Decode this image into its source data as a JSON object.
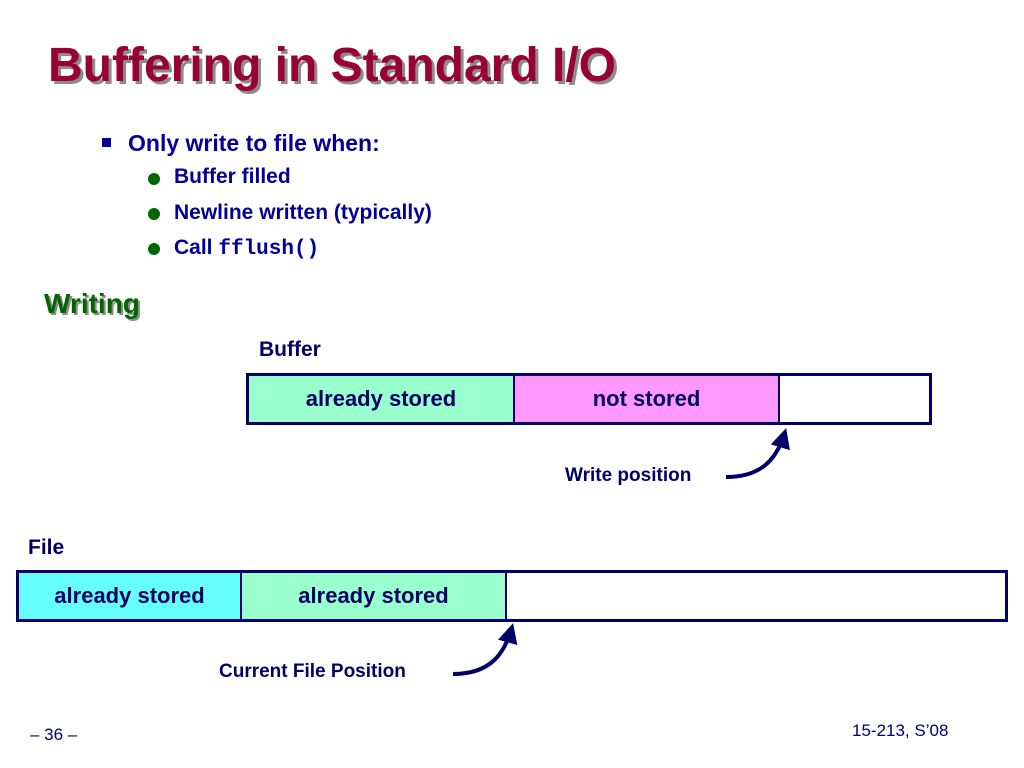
{
  "slide": {
    "title": "Buffering in Standard I/O",
    "bullet": "Only write to file when:",
    "sub": [
      "Buffer filled",
      "Newline written (typically)"
    ],
    "call_prefix": "Call ",
    "call_code": "fflush()",
    "section": "Writing"
  },
  "buffer": {
    "label": "Buffer",
    "cells": [
      "already stored",
      "not stored"
    ],
    "pointer_label": "Write position"
  },
  "file": {
    "label": "File",
    "cells": [
      "already stored",
      "already stored"
    ],
    "pointer_label": "Current File Position"
  },
  "footer": {
    "page": "– 36 –",
    "course": "15-213, S’08"
  },
  "colors": {
    "cyan": "#66ffff",
    "mint": "#99ffcc",
    "pink": "#ff99ff",
    "title": "#990033",
    "text": "#000099",
    "green": "#006600"
  }
}
